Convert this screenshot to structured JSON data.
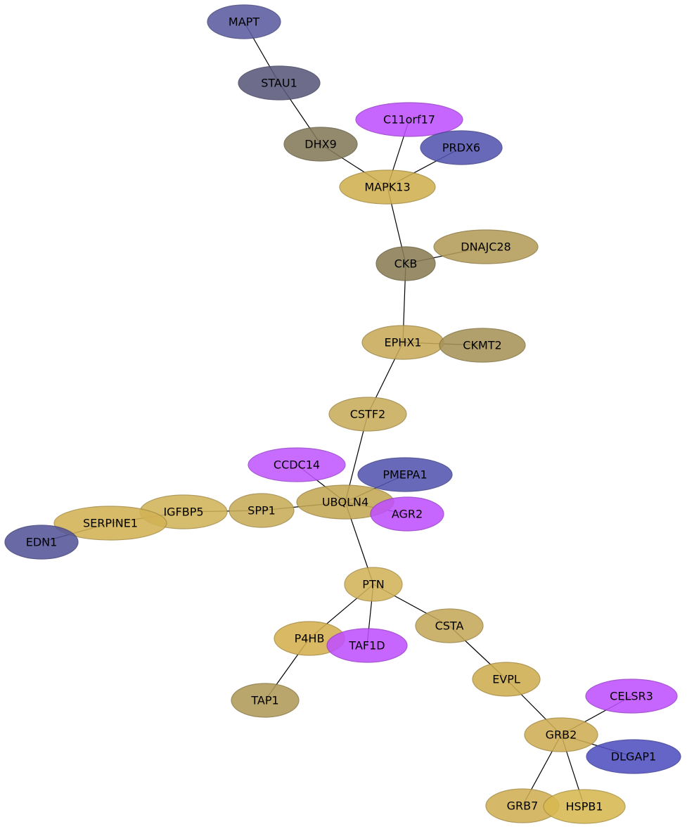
{
  "network": {
    "nodes": [
      {
        "id": "MAPT",
        "label": "MAPT",
        "color": "#5c5ca0"
      },
      {
        "id": "STAU1",
        "label": "STAU1",
        "color": "#5a5a7c"
      },
      {
        "id": "DHX9",
        "label": "DHX9",
        "color": "#857a5a"
      },
      {
        "id": "C11orf17",
        "label": "C11orf17",
        "color": "#c050ff"
      },
      {
        "id": "PRDX6",
        "label": "PRDX6",
        "color": "#5555b0"
      },
      {
        "id": "MAPK13",
        "label": "MAPK13",
        "color": "#d0b050"
      },
      {
        "id": "DNAJC28",
        "label": "DNAJC28",
        "color": "#b39c58"
      },
      {
        "id": "CKB",
        "label": "CKB",
        "color": "#8a7d55"
      },
      {
        "id": "EPHX1",
        "label": "EPHX1",
        "color": "#c8aa58"
      },
      {
        "id": "CKMT2",
        "label": "CKMT2",
        "color": "#a89358"
      },
      {
        "id": "CSTF2",
        "label": "CSTF2",
        "color": "#c9ad5c"
      },
      {
        "id": "CCDC14",
        "label": "CCDC14",
        "color": "#c058ff"
      },
      {
        "id": "PMEPA1",
        "label": "PMEPA1",
        "color": "#5555b0"
      },
      {
        "id": "UBQLN4",
        "label": "UBQLN4",
        "color": "#c4a855"
      },
      {
        "id": "AGR2",
        "label": "AGR2",
        "color": "#c050ff"
      },
      {
        "id": "SPP1",
        "label": "SPP1",
        "color": "#c9ad5a"
      },
      {
        "id": "IGFBP5",
        "label": "IGFBP5",
        "color": "#d1b35a"
      },
      {
        "id": "SERPINE1",
        "label": "SERPINE1",
        "color": "#d2b255"
      },
      {
        "id": "EDN1",
        "label": "EDN1",
        "color": "#555599"
      },
      {
        "id": "PTN",
        "label": "PTN",
        "color": "#d3b35a"
      },
      {
        "id": "CSTA",
        "label": "CSTA",
        "color": "#c4a85a"
      },
      {
        "id": "P4HB",
        "label": "P4HB",
        "color": "#d5b050"
      },
      {
        "id": "TAF1D",
        "label": "TAF1D",
        "color": "#c050ff"
      },
      {
        "id": "TAP1",
        "label": "TAP1",
        "color": "#b09a58"
      },
      {
        "id": "EVPL",
        "label": "EVPL",
        "color": "#cfae50"
      },
      {
        "id": "CELSR3",
        "label": "CELSR3",
        "color": "#c050ff"
      },
      {
        "id": "GRB2",
        "label": "GRB2",
        "color": "#d0ae55"
      },
      {
        "id": "DLGAP1",
        "label": "DLGAP1",
        "color": "#5050c0"
      },
      {
        "id": "GRB7",
        "label": "GRB7",
        "color": "#d0b055"
      },
      {
        "id": "HSPB1",
        "label": "HSPB1",
        "color": "#d8b850"
      }
    ],
    "edges": [
      [
        "MAPT",
        "STAU1"
      ],
      [
        "STAU1",
        "DHX9"
      ],
      [
        "DHX9",
        "MAPK13"
      ],
      [
        "C11orf17",
        "MAPK13"
      ],
      [
        "PRDX6",
        "MAPK13"
      ],
      [
        "MAPK13",
        "CKB"
      ],
      [
        "CKB",
        "DNAJC28"
      ],
      [
        "CKB",
        "EPHX1"
      ],
      [
        "EPHX1",
        "CKMT2"
      ],
      [
        "EPHX1",
        "CSTF2"
      ],
      [
        "CSTF2",
        "UBQLN4"
      ],
      [
        "CCDC14",
        "UBQLN4"
      ],
      [
        "UBQLN4",
        "PMEPA1"
      ],
      [
        "UBQLN4",
        "AGR2"
      ],
      [
        "UBQLN4",
        "SPP1"
      ],
      [
        "SPP1",
        "IGFBP5"
      ],
      [
        "IGFBP5",
        "SERPINE1"
      ],
      [
        "SERPINE1",
        "EDN1"
      ],
      [
        "UBQLN4",
        "PTN"
      ],
      [
        "PTN",
        "P4HB"
      ],
      [
        "PTN",
        "TAF1D"
      ],
      [
        "PTN",
        "CSTA"
      ],
      [
        "P4HB",
        "TAP1"
      ],
      [
        "CSTA",
        "EVPL"
      ],
      [
        "EVPL",
        "GRB2"
      ],
      [
        "GRB2",
        "CELSR3"
      ],
      [
        "GRB2",
        "DLGAP1"
      ],
      [
        "GRB2",
        "GRB7"
      ],
      [
        "GRB2",
        "HSPB1"
      ]
    ]
  }
}
